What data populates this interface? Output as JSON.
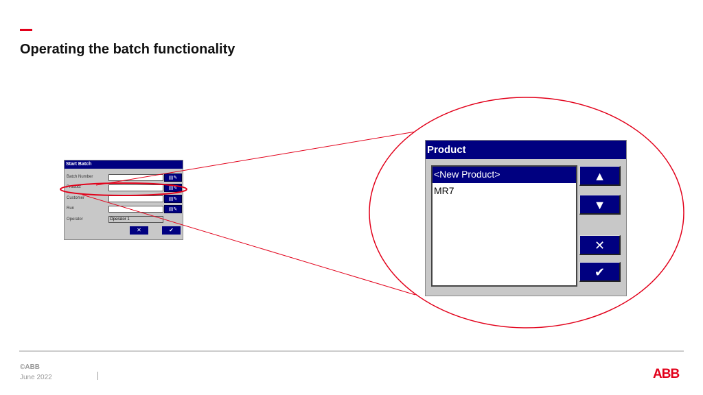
{
  "slide": {
    "title": "Operating the batch functionality",
    "accent_color": "#e2001a"
  },
  "small_dialog": {
    "title": "Start Batch",
    "fields": [
      {
        "label": "Batch Number",
        "value": ""
      },
      {
        "label": "Product",
        "value": ""
      },
      {
        "label": "Customer",
        "value": ""
      },
      {
        "label": "Run",
        "value": ""
      },
      {
        "label": "Operator",
        "value": "Operator 1"
      }
    ],
    "edit_icon": "▤✎",
    "cancel": "✕",
    "ok": "✔"
  },
  "product_dialog": {
    "title": "Product",
    "items": [
      "<New Product>",
      "MR7"
    ],
    "selected": "<New Product>",
    "up": "▲",
    "down": "▼",
    "cancel": "✕",
    "ok": "✔"
  },
  "footer": {
    "copyright": "©ABB",
    "date": "June 2022",
    "logo": "ABB"
  },
  "colors": {
    "title_bar": "#000080",
    "dialog_bg": "#c8c8c8",
    "highlight": "#e2001a"
  }
}
